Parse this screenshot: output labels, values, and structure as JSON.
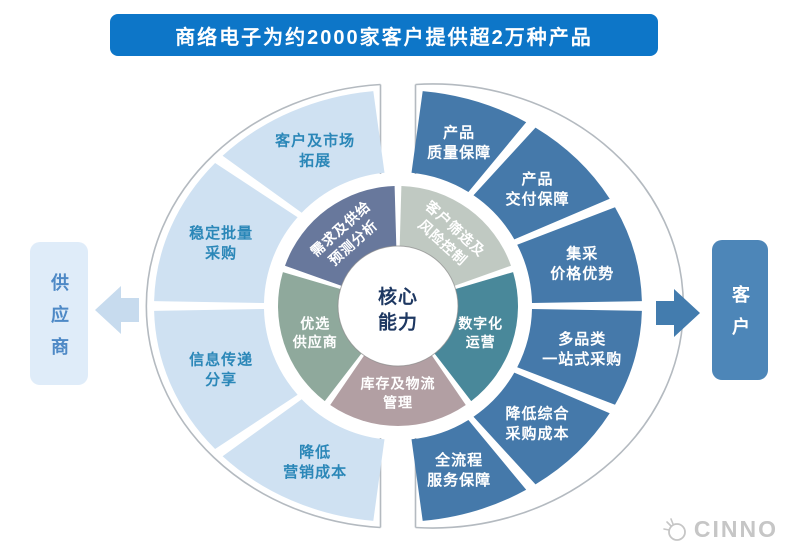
{
  "banner": {
    "text": "商络电子为约2000家客户提供超2万种产品",
    "bg": "#0d76c8",
    "text_color": "#ffffff"
  },
  "supplier_box": {
    "label": "供应商",
    "bg": "#dfecf9",
    "text_color": "#4e89c6"
  },
  "customer_box": {
    "label": "客户",
    "bg": "#4d86b8",
    "text_color": "#ffffff"
  },
  "arrows": {
    "left_color": "#c7dbee",
    "right_color": "#437cae"
  },
  "center_circle": {
    "lines": [
      "核心",
      "能力"
    ],
    "text_color": "#1e3862",
    "bg": "#ffffff"
  },
  "inner_ring": [
    {
      "name": "demand-supply-forecast",
      "lines": [
        "需求及供给",
        "预测分析"
      ],
      "color": "#68789c",
      "text_color": "#ffffff"
    },
    {
      "name": "customer-screening-risk-control",
      "lines": [
        "客户筛选及",
        "风险控制"
      ],
      "color": "#c0c9c2",
      "text_color": "#ffffff"
    },
    {
      "name": "digital-operations",
      "lines": [
        "数字化",
        "运营"
      ],
      "color": "#49889a",
      "text_color": "#ffffff"
    },
    {
      "name": "inventory-logistics-management",
      "lines": [
        "库存及物流",
        "管理"
      ],
      "color": "#b29fa3",
      "text_color": "#ffffff"
    },
    {
      "name": "preferred-suppliers",
      "lines": [
        "优选",
        "供应商"
      ],
      "color": "#8fa99c",
      "text_color": "#ffffff"
    }
  ],
  "outer_left_ring": {
    "segment_color": "#cfe1f2",
    "text_color": "#2b87b8",
    "segments": [
      {
        "name": "customer-market-expansion",
        "lines": [
          "客户及市场",
          "拓展"
        ]
      },
      {
        "name": "stable-bulk-procurement",
        "lines": [
          "稳定批量",
          "采购"
        ]
      },
      {
        "name": "information-sharing",
        "lines": [
          "信息传递",
          "分享"
        ]
      },
      {
        "name": "lower-marketing-cost",
        "lines": [
          "降低",
          "营销成本"
        ]
      }
    ]
  },
  "outer_right_ring": {
    "segment_color": "#4579aa",
    "text_color": "#ffffff",
    "segments": [
      {
        "name": "product-quality-assurance",
        "lines": [
          "产品",
          "质量保障"
        ]
      },
      {
        "name": "product-delivery-assurance",
        "lines": [
          "产品",
          "交付保障"
        ]
      },
      {
        "name": "centralized-price-advantage",
        "lines": [
          "集采",
          "价格优势"
        ]
      },
      {
        "name": "multi-category-one-stop-procurement",
        "lines": [
          "多品类",
          "一站式采购"
        ]
      },
      {
        "name": "lower-overall-procurement-cost",
        "lines": [
          "降低综合",
          "采购成本"
        ]
      },
      {
        "name": "full-process-service-assurance",
        "lines": [
          "全流程",
          "服务保障"
        ]
      }
    ]
  },
  "watermark": {
    "text": "CINNO",
    "color": "#c6c6c6"
  }
}
